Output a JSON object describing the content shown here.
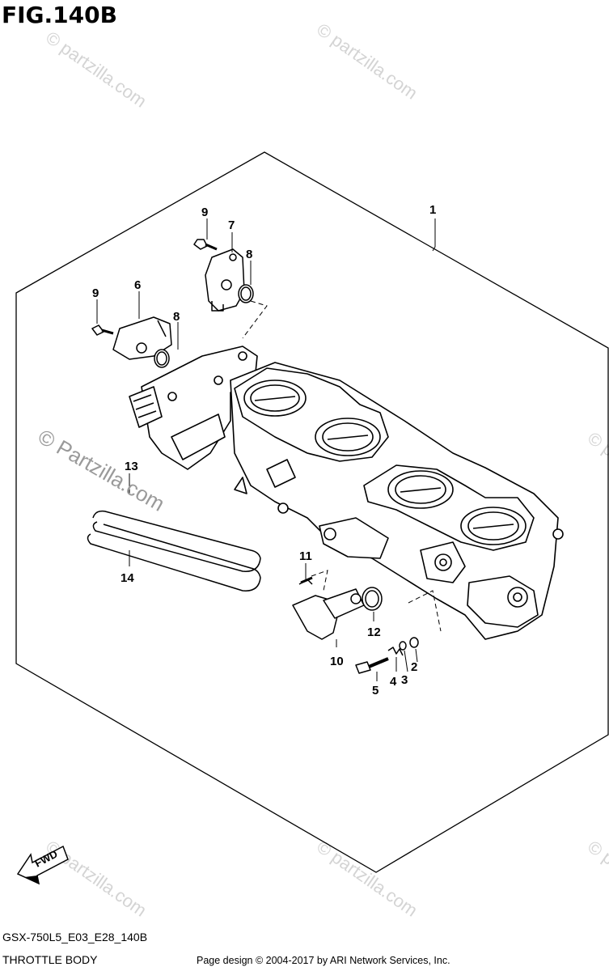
{
  "figure": {
    "title": "FIG.140B",
    "model_code": "GSX-750L5_E03_E28_140B",
    "caption": "THROTTLE BODY"
  },
  "footer": {
    "copyright": "Page design © 2004-2017 by ARI Network Services, Inc."
  },
  "watermark": {
    "text": "© Partzilla.com",
    "small_text": "© partzilla.com"
  },
  "fwd_label": "FWD",
  "callouts": [
    "1",
    "2",
    "3",
    "4",
    "5",
    "6",
    "7",
    "8",
    "8",
    "9",
    "9",
    "10",
    "11",
    "12",
    "13",
    "14"
  ]
}
